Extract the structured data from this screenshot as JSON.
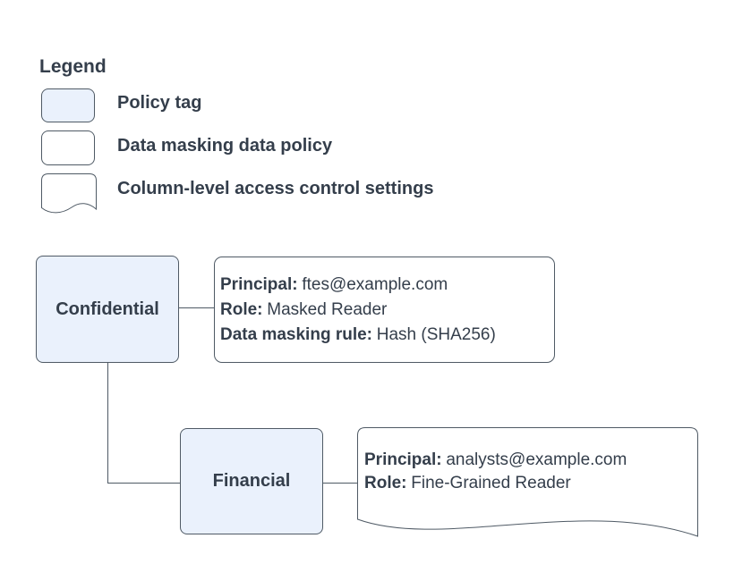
{
  "colors": {
    "background": "#ffffff",
    "policy_tag_fill": "#eaf1fc",
    "shape_stroke": "#4f5a65",
    "text": "#343e4b"
  },
  "legend": {
    "title": "Legend",
    "items": [
      {
        "shape": "policy-tag-swatch",
        "label": "Policy tag"
      },
      {
        "shape": "data-policy-swatch",
        "label": "Data masking data policy"
      },
      {
        "shape": "document-swatch",
        "label": "Column-level access control settings"
      }
    ]
  },
  "diagram": {
    "confidential": {
      "label": "Confidential"
    },
    "financial": {
      "label": "Financial"
    },
    "masking_policy": {
      "fields": [
        {
          "label": "Principal:",
          "value": "ftes@example.com"
        },
        {
          "label": "Role:",
          "value": "Masked Reader"
        },
        {
          "label": "Data masking rule:",
          "value": "Hash (SHA256)"
        }
      ]
    },
    "column_access": {
      "fields": [
        {
          "label": "Principal:",
          "value": "analysts@example.com"
        },
        {
          "label": "Role:",
          "value": "Fine-Grained Reader"
        }
      ]
    }
  }
}
